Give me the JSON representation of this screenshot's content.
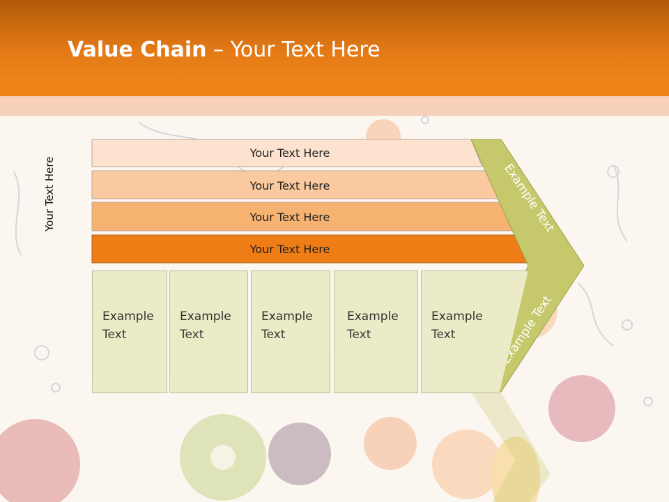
{
  "title": {
    "bold": "Value Chain",
    "rest": " – Your Text Here"
  },
  "side_label": "Your Text Here",
  "bars": [
    {
      "label": "Your Text Here",
      "color": "#fde3cf"
    },
    {
      "label": "Your Text Here",
      "color": "#fbc99f"
    },
    {
      "label": "Your Text Here",
      "color": "#f5b270"
    },
    {
      "label": "Your Text Here",
      "color": "#ee7d16"
    }
  ],
  "columns": [
    {
      "line1": "Example",
      "line2": "Text"
    },
    {
      "line1": "Example",
      "line2": "Text"
    },
    {
      "line1": "Example",
      "line2": "Text"
    },
    {
      "line1": "Example",
      "line2": "Text"
    },
    {
      "line1": "Example",
      "line2": "Text"
    }
  ],
  "chevron": {
    "upper": "Example Text",
    "lower": "Example Text",
    "color": "#c5c96c"
  },
  "colors": {
    "header": "#e57b16",
    "box_fill": "#ebebc8",
    "box_border": "#b9b99a"
  }
}
